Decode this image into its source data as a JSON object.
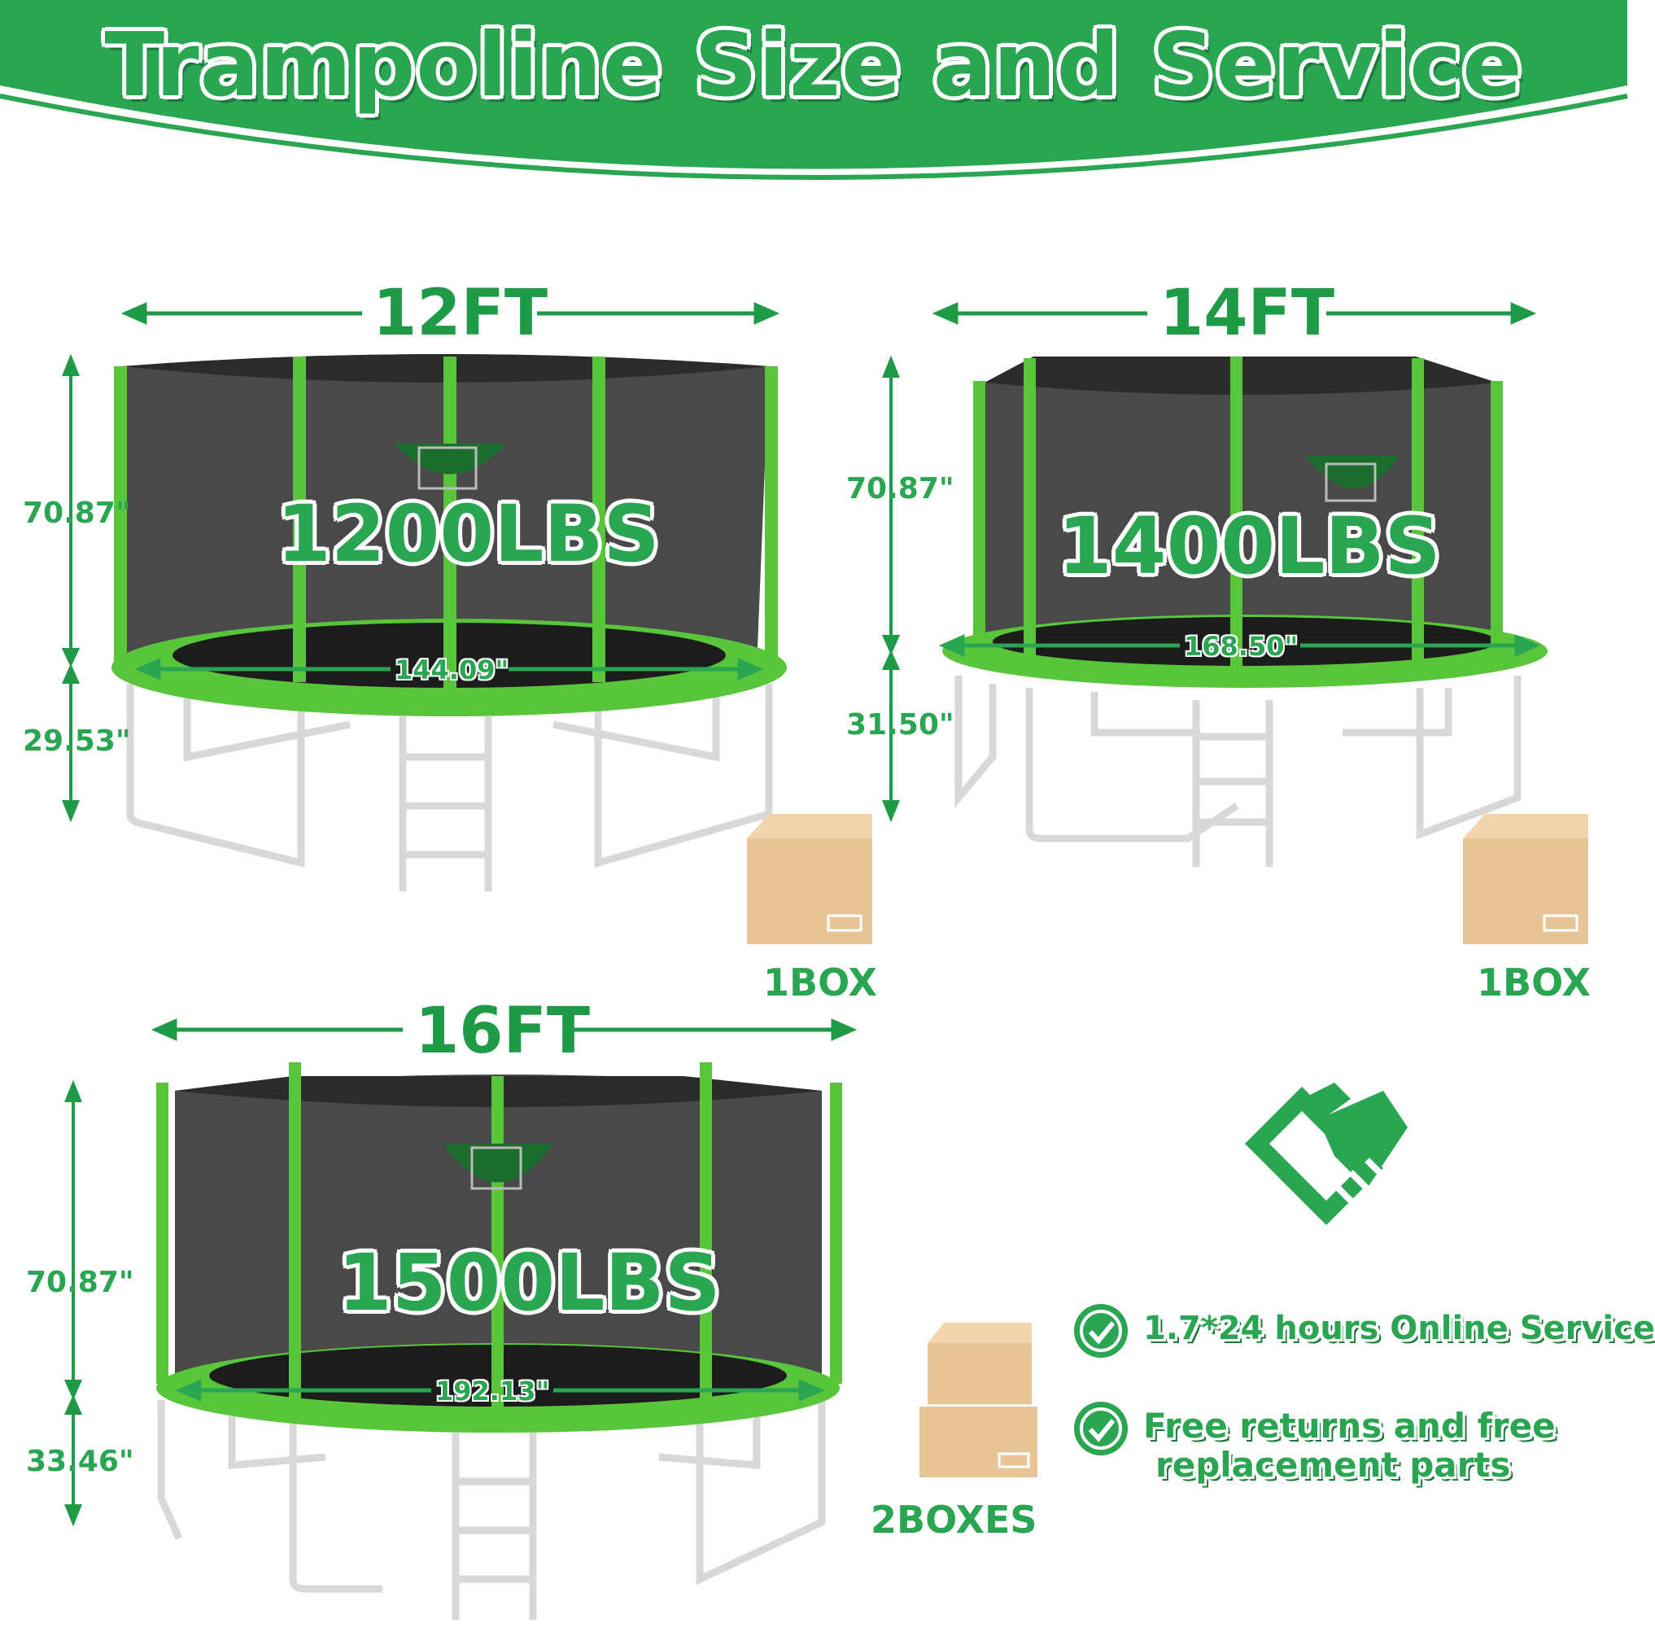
{
  "title": "Trampoline Size and Service",
  "colors": {
    "brand_green": "#2aa552",
    "frame_green": "#58c53a",
    "net_dark": "#333333",
    "box_tan": "#e8c597"
  },
  "trampolines": [
    {
      "size": "12FT",
      "weight": "1200LBS",
      "net_height": "70.87\"",
      "leg_height": "29.53\"",
      "diameter": "144.09\"",
      "boxes": "1BOX"
    },
    {
      "size": "14FT",
      "weight": "1400LBS",
      "net_height": "70.87\"",
      "leg_height": "31.50\"",
      "diameter": "168.50\"",
      "boxes": "1BOX"
    },
    {
      "size": "16FT",
      "weight": "1500LBS",
      "net_height": "70.87\"",
      "leg_height": "33.46\"",
      "diameter": "192.13\"",
      "boxes": "2BOXES"
    }
  ],
  "service": {
    "icon": "handshake-card-icon",
    "items": [
      {
        "icon": "check-circle-icon",
        "line1": "1.7*24 hours Online Service",
        "line2": ""
      },
      {
        "icon": "check-circle-icon",
        "line1": "Free returns and free",
        "line2": "replacement parts"
      }
    ]
  }
}
